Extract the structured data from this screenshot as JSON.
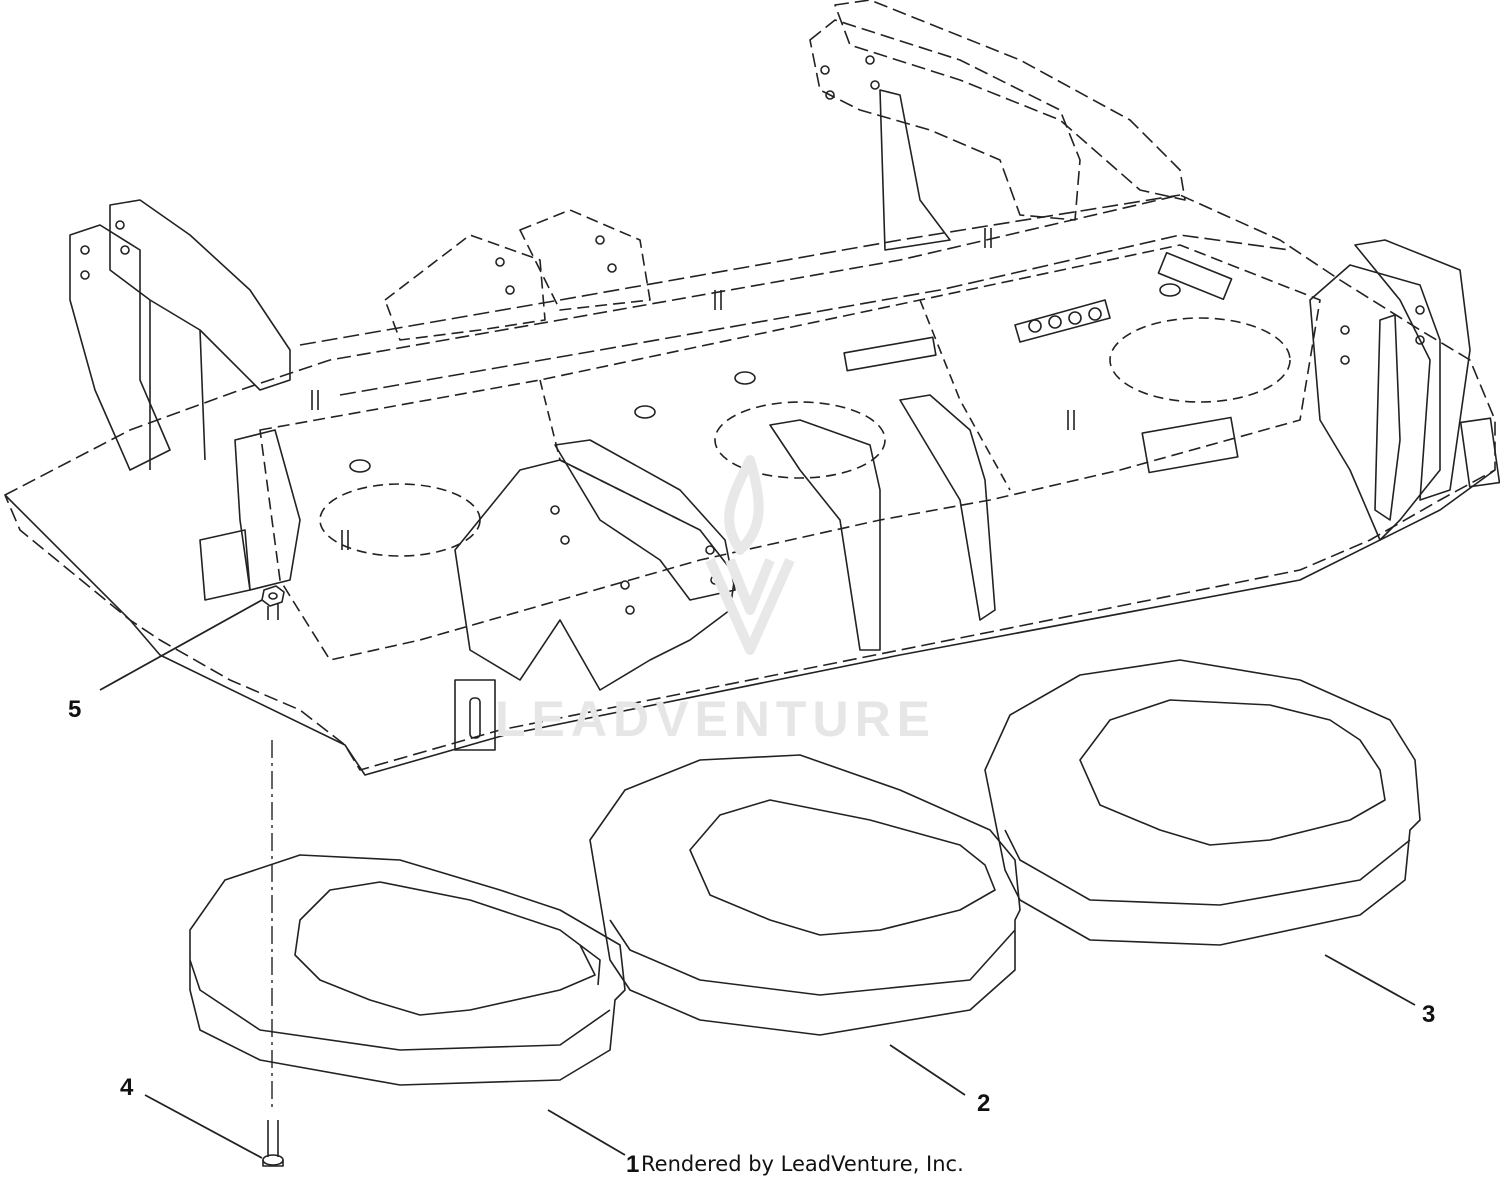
{
  "watermark": {
    "text": "LEADVENTURE"
  },
  "credit": {
    "text": "Rendered by LeadVenture, Inc."
  },
  "callouts": [
    {
      "label": "1"
    },
    {
      "label": "2"
    },
    {
      "label": "3"
    },
    {
      "label": "4"
    },
    {
      "label": "5"
    }
  ]
}
